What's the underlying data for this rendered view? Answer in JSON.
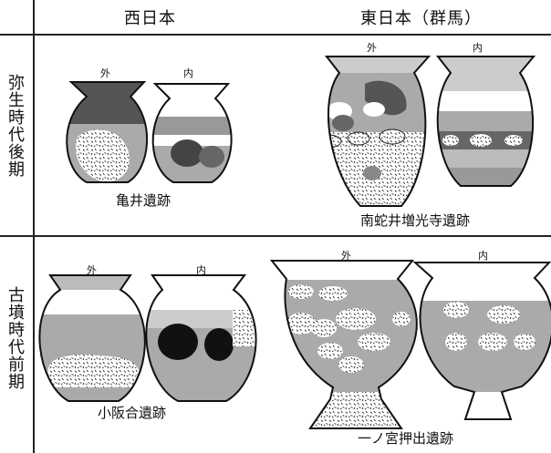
{
  "headers": {
    "west": "西日本",
    "east": "東日本（群馬）"
  },
  "periods": [
    {
      "label": "弥生時代後期"
    },
    {
      "label": "古墳時代前期"
    }
  ],
  "labels": {
    "outer": "外",
    "inner": "内"
  },
  "sites": {
    "kamei": "亀井遺跡",
    "minamijahii": "南蛇井増光寺遺跡",
    "kosakaai": "小阪合遺跡",
    "ichinomiya": "一ノ宮押出遺跡"
  }
}
